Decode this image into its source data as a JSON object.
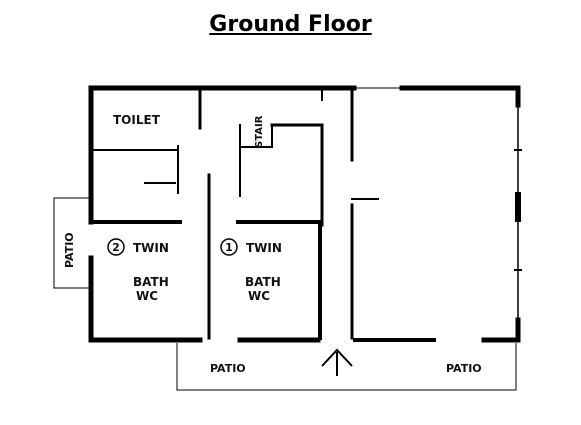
{
  "title": "Ground Floor",
  "rooms": {
    "toilet": "TOILET",
    "stair": "STAIR",
    "twin_left_number": "2",
    "twin_left_label": "TWIN",
    "twin_left_bath_1": "BATH",
    "twin_left_bath_2": "WC",
    "twin_right_number": "1",
    "twin_right_label": "TWIN",
    "twin_right_bath_1": "BATH",
    "twin_right_bath_2": "WC"
  },
  "patios": {
    "left": "PATIO",
    "bottom_left": "PATIO",
    "bottom_right": "PATIO"
  },
  "entrance_icon": "arrow-up-icon",
  "colors": {
    "wall": "#000000",
    "background": "#ffffff"
  }
}
